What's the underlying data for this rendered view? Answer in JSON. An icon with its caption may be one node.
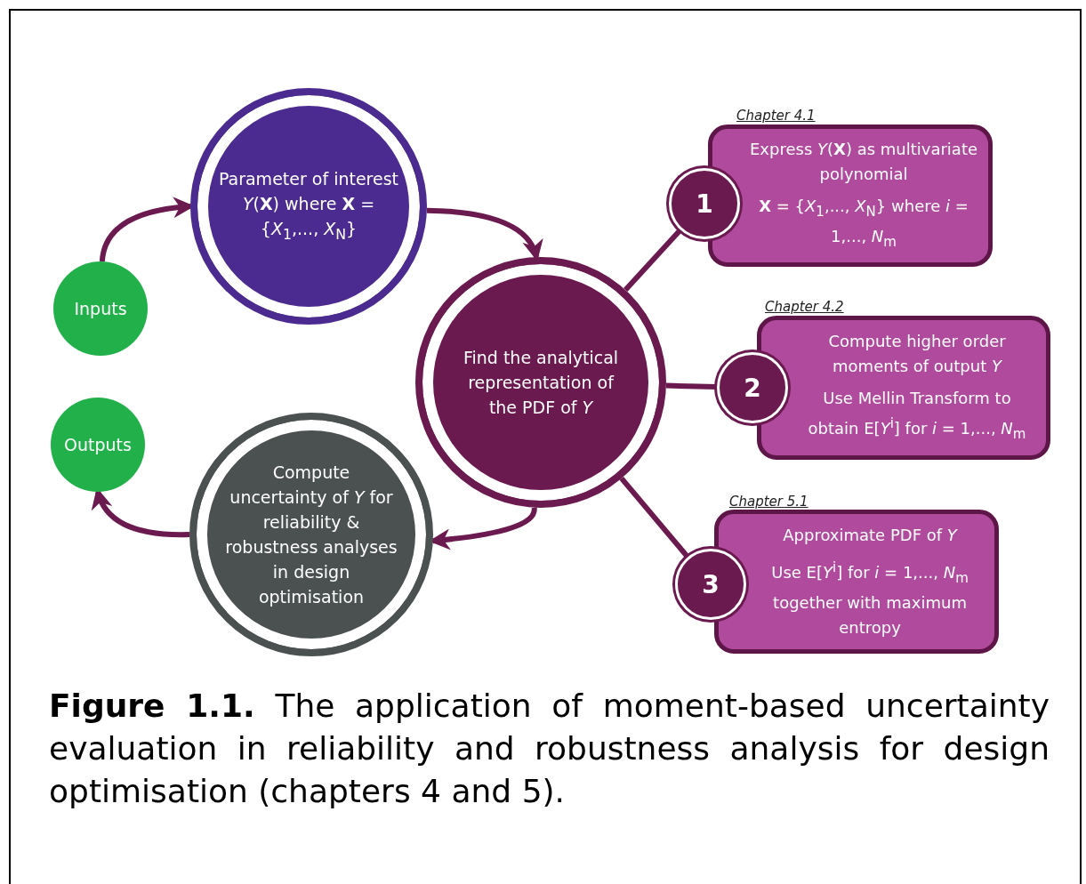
{
  "diagram": {
    "caption": "**Figure 1.1.** The application of moment-based uncertainty evaluation in reliability and robustness analysis for design optimisation (chapters 4 and 5).",
    "nodes": [
      {
        "text": [
          "Inputs"
        ]
      },
      {
        "text": [
          "Parameter of interest *Y*(**X**) where **X** = {*X*$_{1}$,..., *X*$_{N}$}"
        ]
      },
      {
        "text": [
          "Find the analytical representation of the PDF of *Y*"
        ]
      },
      {
        "text": [
          "1"
        ]
      },
      {
        "text": [
          "Express *Y*(**X**) as multivariate polynomial",
          "**X** = {*X*$_{1}$,..., *X*$_{N}$} where *i* = 1,..., *N*$_{m}$"
        ],
        "beside": [
          "Chapter 4.1"
        ]
      },
      {
        "text": [
          "2"
        ]
      },
      {
        "text": [
          "Compute higher order moments of output *Y*",
          "Use Mellin Transform to obtain E[*Y*$^{i}$] for *i* = 1,..., *N*$_{m}$"
        ],
        "beside": [
          "Chapter 4.2"
        ]
      },
      {
        "text": [
          "3"
        ]
      },
      {
        "text": [
          "Approximate PDF of *Y*",
          "Use E[*Y*$^{i}$] for *i* = 1,..., *N*$_{m}$ together with maximum entropy"
        ],
        "beside": [
          "Chapter 5.1"
        ]
      },
      {
        "text": [
          "Compute uncertainty of *Y* for reliability & robustness analyses in design optimisation"
        ]
      },
      {
        "text": [
          "Outputs"
        ]
      }
    ],
    "edges": [
      {
        "from": 0,
        "to": 1,
        "arrow": "to"
      },
      {
        "from": 1,
        "to": 2,
        "arrow": "to"
      },
      {
        "from": 2,
        "to": 3,
        "arrow": "none"
      },
      {
        "from": 2,
        "to": 5,
        "arrow": "none"
      },
      {
        "from": 2,
        "to": 7,
        "arrow": "none"
      },
      {
        "from": 2,
        "to": 9,
        "arrow": "to"
      },
      {
        "from": 9,
        "to": 10,
        "arrow": "to"
      }
    ]
  }
}
